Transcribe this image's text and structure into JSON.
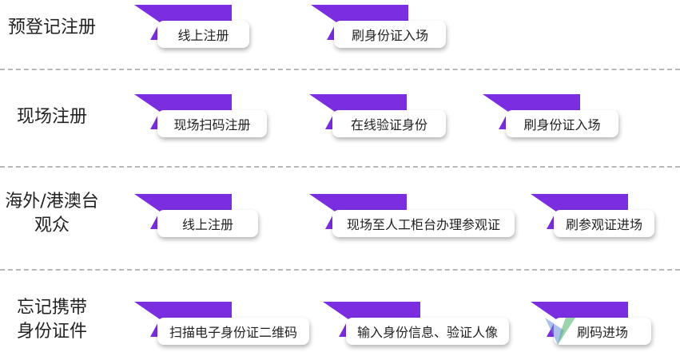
{
  "colors": {
    "accent": "#7b2ee0",
    "divider": "#b8b8b8"
  },
  "rows": [
    {
      "label": "预登记注册",
      "steps": [
        "线上注册",
        "刷身份证入场"
      ]
    },
    {
      "label": "现场注册",
      "steps": [
        "现场扫码注册",
        "在线验证身份",
        "刷身份证入场"
      ]
    },
    {
      "label_lines": [
        "海外/港澳台",
        "观众"
      ],
      "steps": [
        "线上注册",
        "现场至人工柜台办理参观证",
        "刷参观证进场"
      ]
    },
    {
      "label_lines": [
        "忘记携带",
        "身份证件"
      ],
      "steps": [
        "扫描电子身份证二维码",
        "输入身份信息、验证人像",
        "刷码进场"
      ]
    }
  ]
}
